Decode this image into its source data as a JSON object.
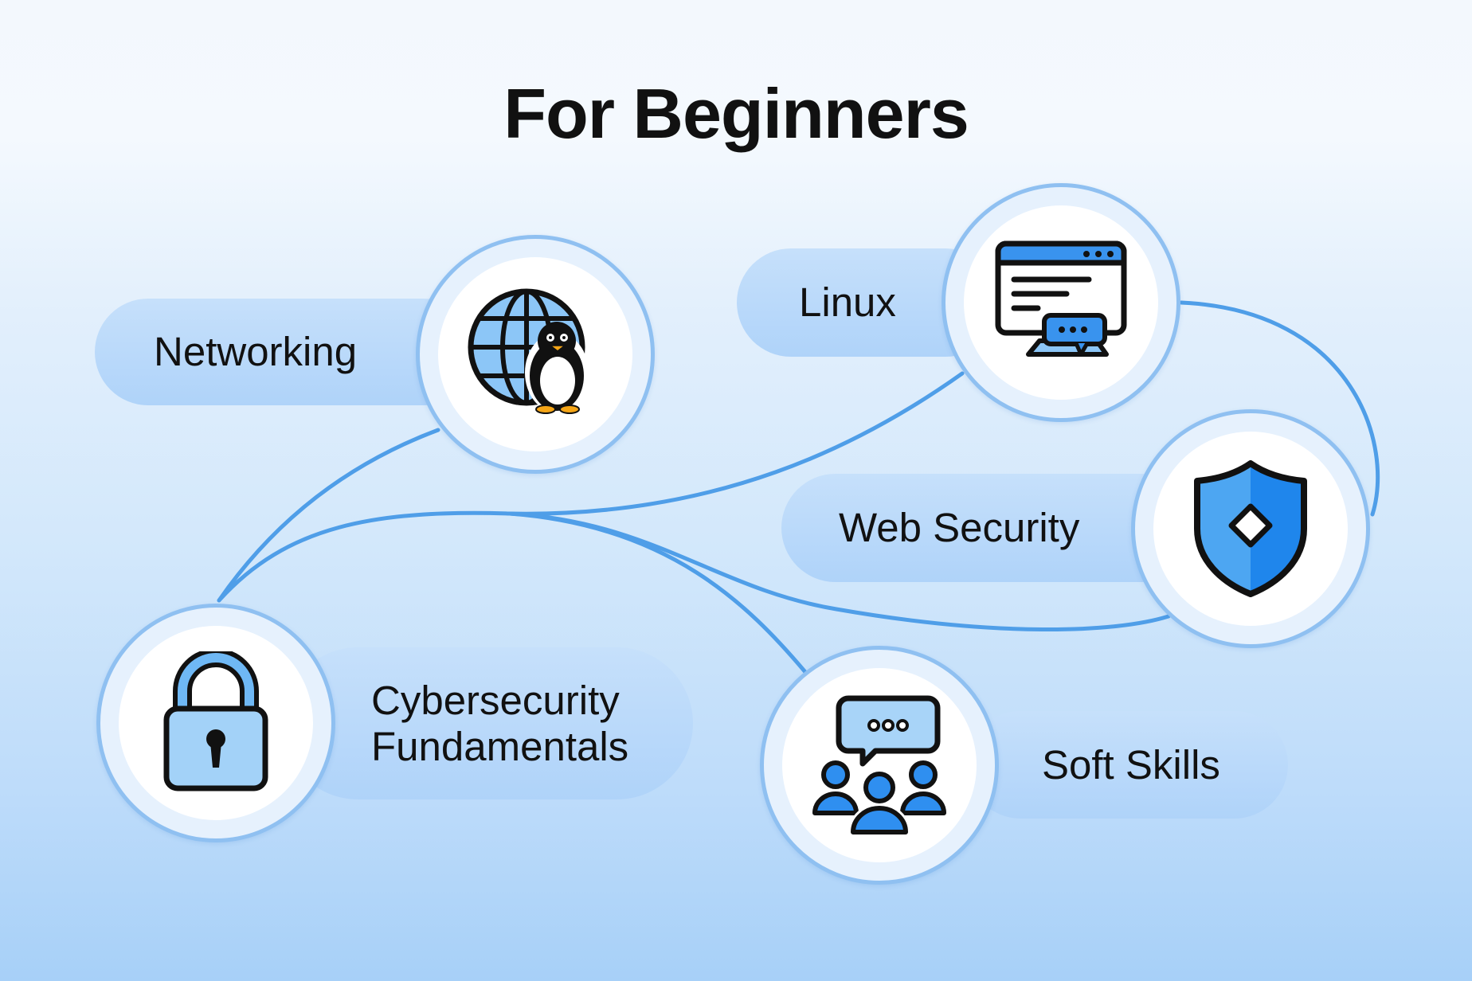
{
  "title": "For Beginners",
  "nodes": [
    {
      "id": "networking",
      "label": "Networking",
      "icon": "globe-penguin-icon"
    },
    {
      "id": "linux",
      "label": "Linux",
      "icon": "browser-window-chat-icon"
    },
    {
      "id": "web_security",
      "label": "Web Security",
      "icon": "shield-icon"
    },
    {
      "id": "cybersecurity_fundamentals",
      "label_line1": "Cybersecurity",
      "label_line2": "Fundamentals",
      "icon": "padlock-icon"
    },
    {
      "id": "soft_skills",
      "label": "Soft Skills",
      "icon": "team-chat-icon"
    }
  ],
  "colors": {
    "accent": "#4a9be8",
    "pill": "#b7d8fa",
    "node_ring": "#8fc0f1",
    "icon_blue": "#2f8ff0",
    "icon_light_blue": "#8cc6f7"
  }
}
